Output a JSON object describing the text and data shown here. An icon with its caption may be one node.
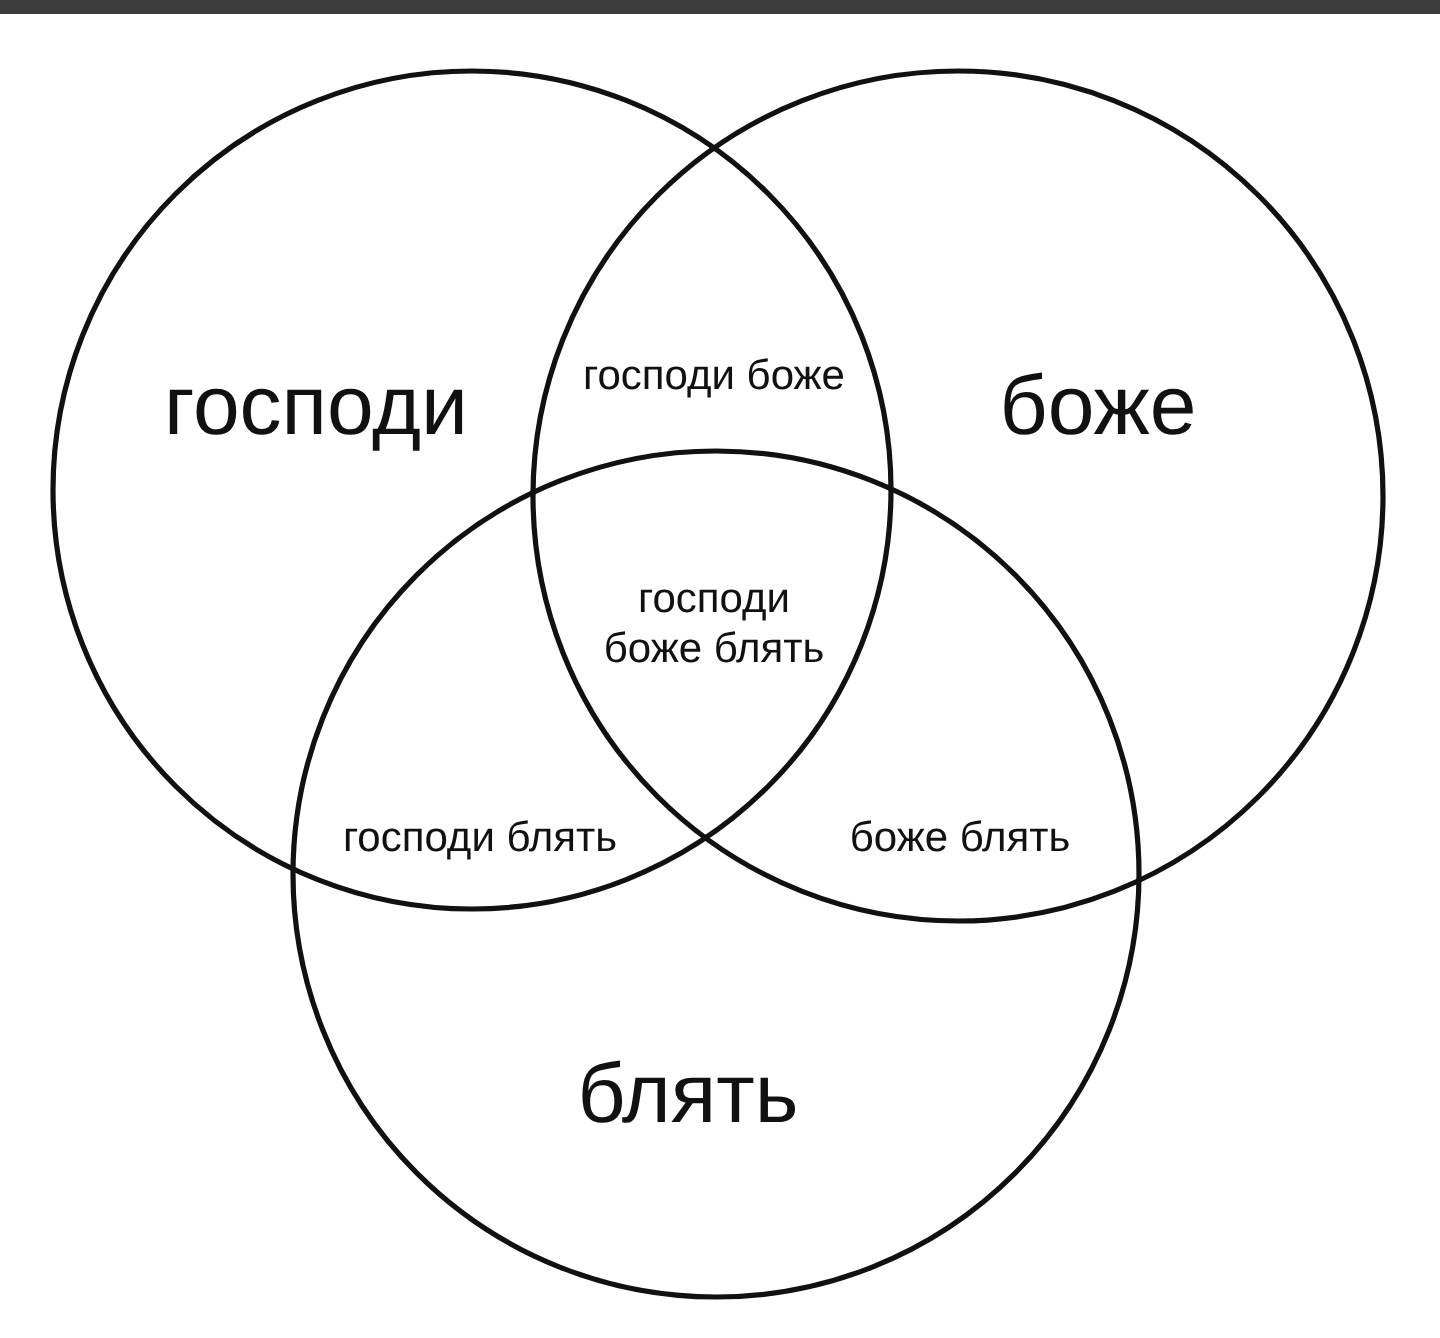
{
  "diagram": {
    "nodes": [
      {
        "text": [
          "господи"
        ]
      },
      {
        "text": [
          "боже"
        ]
      },
      {
        "text": [
          "блять"
        ]
      }
    ],
    "labels": [
      "господи боже",
      "господи боже блять",
      "господи блять",
      "боже блять"
    ]
  }
}
